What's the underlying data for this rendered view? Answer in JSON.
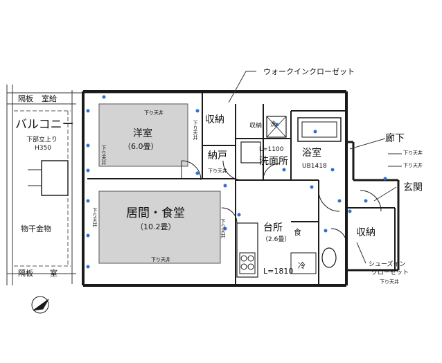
{
  "colors": {
    "wall": "#1a1a1a",
    "room_fill": "#d3d3d3",
    "fixture": "#2f6fd0",
    "line": "#333333"
  },
  "labels": {
    "walk_in_closet": "ウォークインクローゼット",
    "balcony_top_left": "隔板",
    "shitsugai_top": "室給",
    "balcony": "バルコニー",
    "balcony_step": "下部立上り",
    "balcony_step_height": "H350",
    "clothes_hanger": "物干金物",
    "balcony_bottom_left": "隔板",
    "shitsugai_bottom": "室",
    "western_room": "洋室",
    "western_room_size": "（6.0畳）",
    "storage_1": "収納",
    "storage_2": "収納",
    "nando": "納戸",
    "wash_label": "洗",
    "washroom_l": "L=1100",
    "washroom": "洗面所",
    "bathroom": "浴室",
    "unit_bath": "UB1418",
    "hallway": "廊下",
    "entrance": "玄関",
    "living_dining": "居間・食堂",
    "living_dining_size": "（10.2畳）",
    "kitchen": "台所",
    "kitchen_size": "（2.6畳）",
    "food_storage": "食",
    "storage_entrance": "収納",
    "fridge": "冷",
    "kitchen_l": "L=1810",
    "shoes_closet_1": "シューズイン",
    "shoes_closet_2": "クローゼット",
    "ceiling_down": "下り天井"
  }
}
